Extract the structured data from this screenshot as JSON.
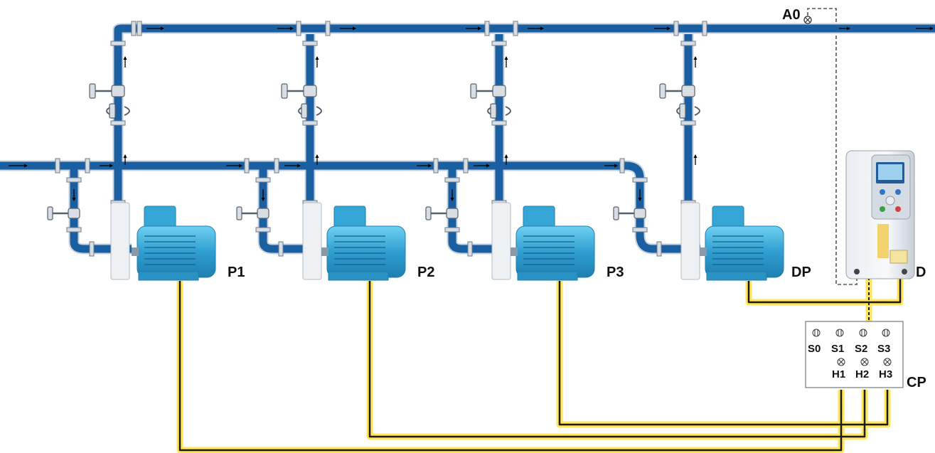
{
  "labels": {
    "pump1": "P1",
    "pump2": "P2",
    "pump3": "P3",
    "pump_dp": "DP",
    "drive": "D",
    "panel": "CP",
    "sensor": "A0"
  },
  "panel": {
    "switches": [
      "S0",
      "S1",
      "S2",
      "S3"
    ],
    "lamps": [
      "H1",
      "H2",
      "H3"
    ]
  },
  "colors": {
    "pipe": "#1b5fa3",
    "pipe_edge": "#c9d3dd",
    "motor": "#3aa7d6",
    "cable": "#222222",
    "cable_glow": "#ffd92a",
    "signal": "#555555"
  },
  "icons": [
    "valve-icon",
    "check-valve-icon",
    "flow-arrow-icon",
    "pressure-sensor-icon"
  ]
}
